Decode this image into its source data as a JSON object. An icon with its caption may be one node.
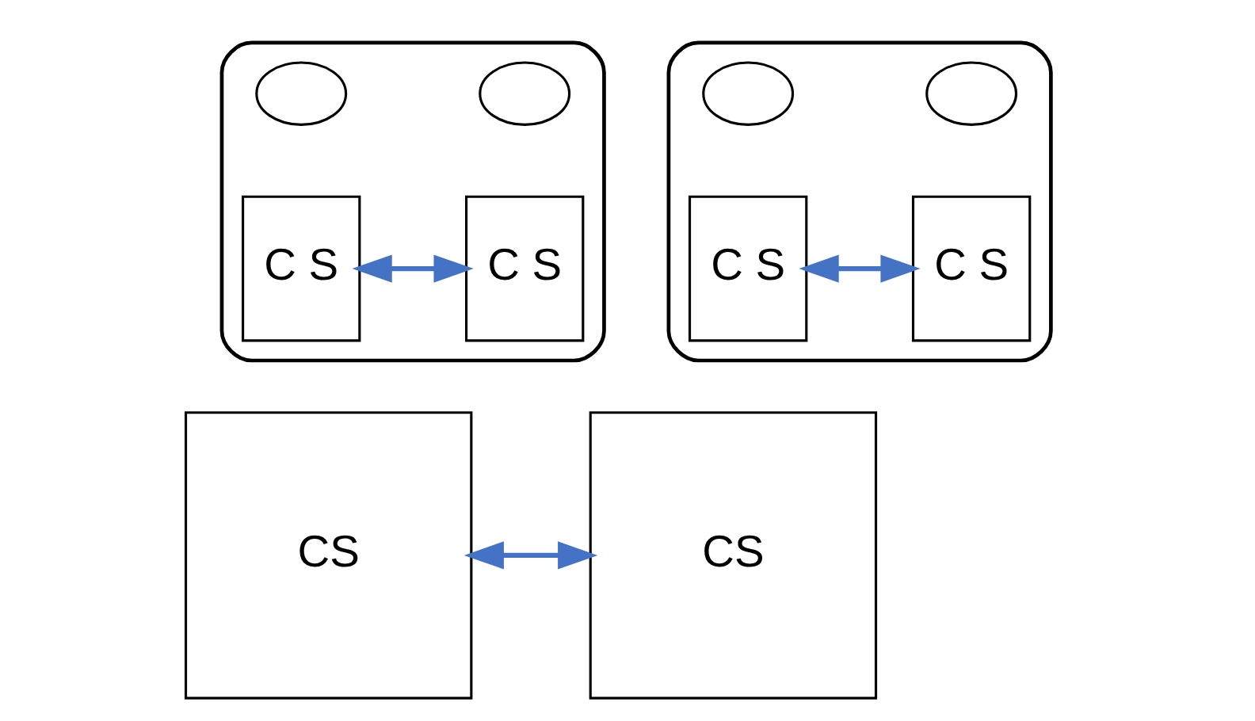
{
  "diagram": {
    "nodes": [
      {
        "text": [],
        "shape": "cloud"
      },
      {
        "text": [],
        "shape": "cloud",
        "in": 0
      },
      {
        "text": [
          "C S"
        ],
        "in": 0
      },
      {
        "text": [],
        "shape": "cloud",
        "in": 0
      },
      {
        "text": [
          "C S"
        ],
        "in": 0
      },
      {
        "text": [],
        "shape": "cloud"
      },
      {
        "text": [],
        "shape": "cloud",
        "in": 5
      },
      {
        "text": [
          "C S"
        ],
        "in": 5
      },
      {
        "text": [],
        "shape": "cloud",
        "in": 5
      },
      {
        "text": [
          "C S"
        ],
        "in": 5
      },
      {
        "text": [
          "CS"
        ]
      },
      {
        "text": [
          "CS"
        ]
      }
    ],
    "edges": [
      {
        "from": 2,
        "to": 4,
        "arrow": "both"
      },
      {
        "from": 7,
        "to": 9,
        "arrow": "both"
      },
      {
        "from": 10,
        "to": 11,
        "arrow": "both"
      }
    ]
  }
}
